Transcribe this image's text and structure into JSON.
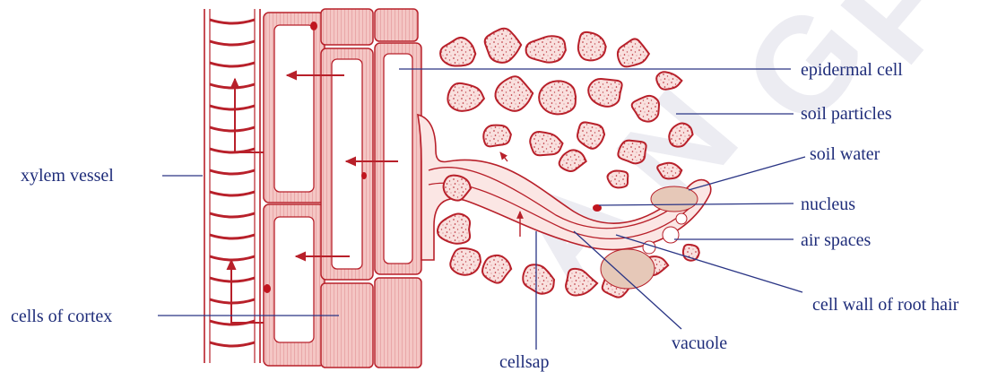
{
  "labels": {
    "xylem_vessel": "xylem vessel",
    "cells_of_cortex": "cells of cortex",
    "cellsap": "cellsap",
    "vacuole": "vacuole",
    "cell_wall_of_root_hair": "cell wall of root hair",
    "air_spaces": "air spaces",
    "nucleus": "nucleus",
    "soil_water": "soil water",
    "soil_particles": "soil particles",
    "epidermal_cell": "epidermal cell"
  },
  "colors": {
    "tissue_fill": "#f7d2d0",
    "cell_wall": "#b8202a",
    "nucleus": "#c0161f",
    "speckle": "#c24a52",
    "label_text": "#1f2d7a",
    "leader_line": "#2a3585",
    "root_hair_fill": "#fbe6e4",
    "air_space_fill": "#e6c8b8"
  }
}
